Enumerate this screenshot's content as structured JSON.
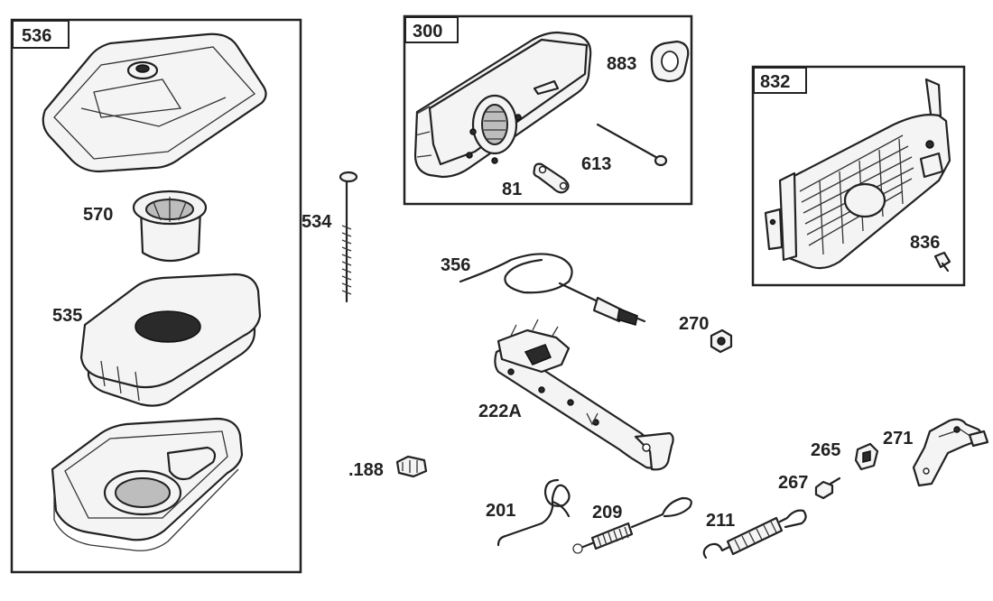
{
  "groups": {
    "g536": "536",
    "g300": "300",
    "g832": "832"
  },
  "parts": {
    "p570": "570",
    "p535": "535",
    "p534": "534",
    "p883": "883",
    "p613": "613",
    "p81": "81",
    "p836": "836",
    "p356": "356",
    "p270": "270",
    "p222A": "222A",
    "p188": ".188",
    "p201": "201",
    "p209": "209",
    "p211": "211",
    "p267": "267",
    "p265": "265",
    "p271": "271"
  },
  "colors": {
    "ink": "#222222",
    "paper": "#ffffff",
    "fill": "#f4f4f4"
  }
}
